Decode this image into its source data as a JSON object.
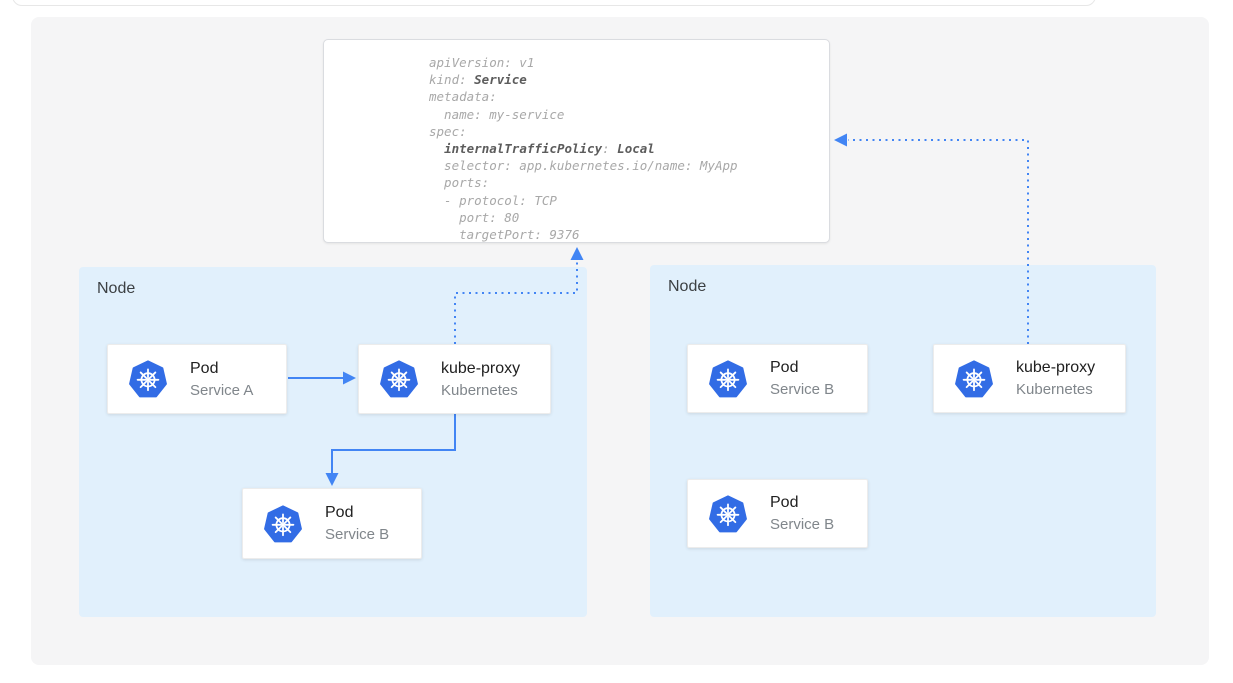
{
  "colors": {
    "accent_blue": "#4285f4",
    "kubernetes_blue": "#326ce5",
    "node_bg": "#e1f0fc",
    "panel_bg": "#f5f5f6",
    "yaml_text": "#a8a8a8",
    "yaml_bold_text": "#5c5c5c",
    "card_title": "#212121",
    "card_subtitle": "#80868b",
    "node_label": "#3c4043"
  },
  "yaml_card": {
    "lines": [
      {
        "segments": [
          {
            "text": "apiVersion: v1"
          }
        ]
      },
      {
        "segments": [
          {
            "text": "kind: "
          },
          {
            "text": "Service",
            "bold": true
          }
        ]
      },
      {
        "segments": [
          {
            "text": "metadata:"
          }
        ]
      },
      {
        "segments": [
          {
            "text": "  name: my-service"
          }
        ]
      },
      {
        "segments": [
          {
            "text": "spec:"
          }
        ]
      },
      {
        "segments": [
          {
            "text": "  "
          },
          {
            "text": "internalTrafficPolicy",
            "bold": true
          },
          {
            "text": ": "
          },
          {
            "text": "Local",
            "bold": true
          }
        ]
      },
      {
        "segments": [
          {
            "text": "  selector: app.kubernetes.io/name: MyApp"
          }
        ]
      },
      {
        "segments": [
          {
            "text": "  ports:"
          }
        ]
      },
      {
        "segments": [
          {
            "text": "  - protocol: TCP"
          }
        ]
      },
      {
        "segments": [
          {
            "text": "    port: 80"
          }
        ]
      },
      {
        "segments": [
          {
            "text": "    targetPort: 9376"
          }
        ]
      }
    ]
  },
  "nodes": [
    {
      "label": "Node",
      "cards": [
        {
          "title": "Pod",
          "subtitle": "Service A",
          "icon": "kubernetes-icon"
        },
        {
          "title": "kube-proxy",
          "subtitle": "Kubernetes",
          "icon": "kubernetes-icon"
        },
        {
          "title": "Pod",
          "subtitle": "Service B",
          "icon": "kubernetes-icon"
        }
      ]
    },
    {
      "label": "Node",
      "cards": [
        {
          "title": "Pod",
          "subtitle": "Service B",
          "icon": "kubernetes-icon"
        },
        {
          "title": "kube-proxy",
          "subtitle": "Kubernetes",
          "icon": "kubernetes-icon"
        },
        {
          "title": "Pod",
          "subtitle": "Service B",
          "icon": "kubernetes-icon"
        }
      ]
    }
  ]
}
